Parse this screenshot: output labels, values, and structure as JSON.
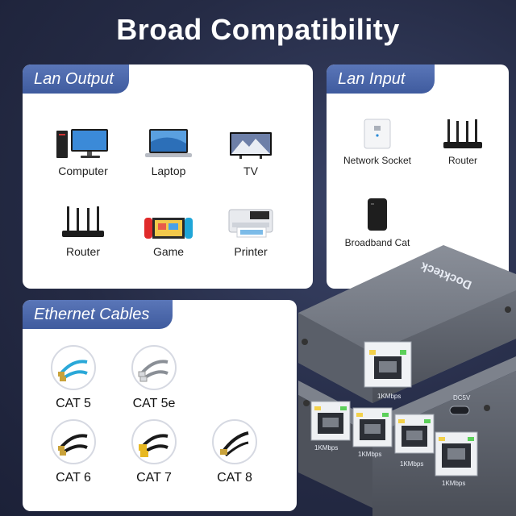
{
  "title": "Broad Compatibility",
  "lan_output": {
    "tab": "Lan Output",
    "items": [
      {
        "label": "Computer",
        "icon": "computer-icon"
      },
      {
        "label": "Laptop",
        "icon": "laptop-icon"
      },
      {
        "label": "TV",
        "icon": "tv-icon"
      },
      {
        "label": "Router",
        "icon": "router-icon"
      },
      {
        "label": "Game",
        "icon": "game-console-icon"
      },
      {
        "label": "Printer",
        "icon": "printer-icon"
      }
    ]
  },
  "lan_input": {
    "tab": "Lan Input",
    "items": [
      {
        "label": "Network Socket",
        "icon": "network-socket-icon"
      },
      {
        "label": "Router",
        "icon": "router-icon"
      },
      {
        "label": "Broadband Cat",
        "icon": "broadband-cat-icon"
      }
    ]
  },
  "ethernet_cables": {
    "tab": "Ethernet Cables",
    "items": [
      {
        "label": "CAT 5",
        "color": "#2aa8d8"
      },
      {
        "label": "CAT 5e",
        "color": "#8a8f96"
      },
      {
        "label": "CAT 6",
        "color": "#1a1a1a"
      },
      {
        "label": "CAT 7",
        "color": "#1a1a1a"
      },
      {
        "label": "CAT 8",
        "color": "#1a1a1a"
      }
    ]
  },
  "device": {
    "brand": "Dockteck",
    "top_port_speed": "1KMbps",
    "dc_label": "DC5V",
    "bottom_port_speeds": [
      "1KMbps",
      "1KMbps",
      "1KMbps",
      "1KMbps"
    ]
  }
}
